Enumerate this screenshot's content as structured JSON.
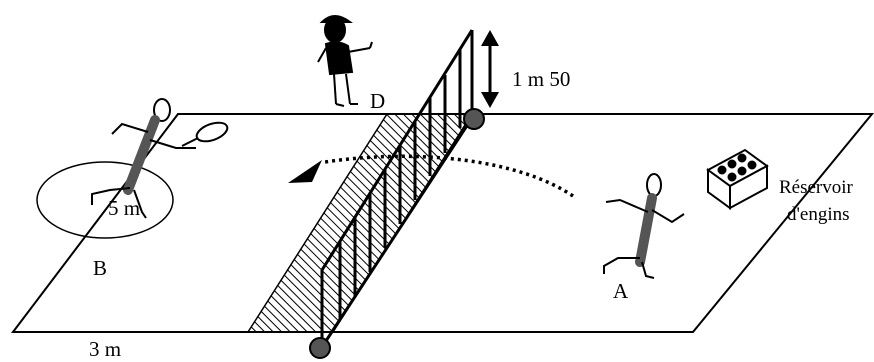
{
  "labels": {
    "height": "1 m 50",
    "player_d": "D",
    "player_b": "B",
    "player_a": "A",
    "circle_radius": "5 m",
    "reservoir_line1": "Réservoir",
    "reservoir_line2": "d'engins",
    "width": "3 m"
  },
  "icons": {
    "person_d": "standing-person-with-cap",
    "person_b": "player-with-racket",
    "person_a": "running-player",
    "reservoir": "equipment-box"
  }
}
